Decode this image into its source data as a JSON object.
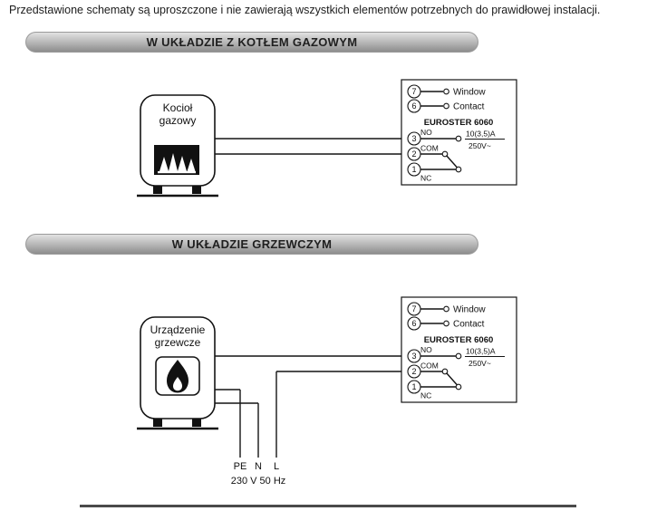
{
  "page": {
    "disclaimer": "Przedstawione schematy są uproszczone i nie zawierają wszystkich elementów potrzebnych do prawidłowej instalacji."
  },
  "sections": {
    "gas_boiler": {
      "header": "W UKŁADZIE Z KOTŁEM GAZOWYM",
      "device_label_line1": "Kocioł",
      "device_label_line2": "gazowy"
    },
    "heating": {
      "header": "W UKŁADZIE GRZEWCZYM",
      "device_label_line1": "Urządzenie",
      "device_label_line2": "grzewcze"
    }
  },
  "terminal_block": {
    "brand": "EUROSTER 6060",
    "terminal_7": "7",
    "terminal_6": "6",
    "terminal_3": "3",
    "terminal_2": "2",
    "terminal_1": "1",
    "window_label": "Window",
    "contact_label": "Contact",
    "no_label": "NO",
    "com_label": "COM",
    "nc_label": "NC",
    "rating_current": "10(3,5)A",
    "rating_voltage": "250V~"
  },
  "power_supply": {
    "pe_label": "PE",
    "n_label": "N",
    "l_label": "L",
    "mains_label": "230 V 50 Hz"
  }
}
